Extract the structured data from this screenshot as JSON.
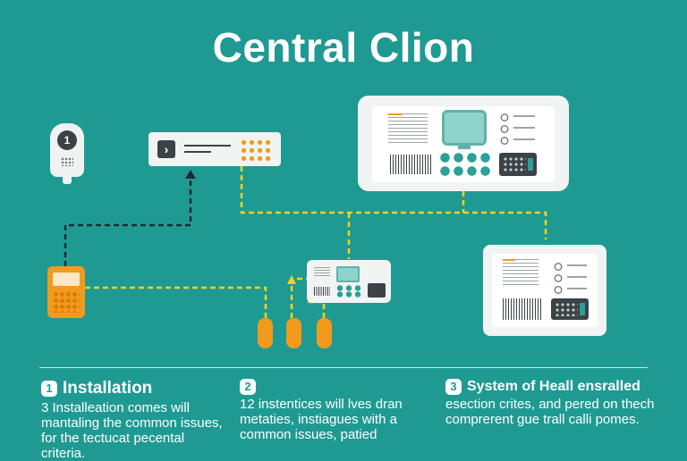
{
  "title": "Central Clion",
  "colors": {
    "background": "#1f9a93",
    "wire_yellow": "#f2d21b",
    "wire_dark": "#1d2b33",
    "orange": "#f39a1c",
    "screen": "#8fd3cc",
    "teal_button": "#2c9f97"
  },
  "icons": {
    "sensor": "sensor-icon",
    "arrow": "chevron-right-icon",
    "keypad": "keypad-icon"
  },
  "devices": {
    "sensor_number": "1"
  },
  "steps": [
    {
      "number": "1",
      "heading": "Installation",
      "text": "3 Installeation comes will mantaling the common issues, for the tectucat pecental criteria."
    },
    {
      "number": "2",
      "heading": "",
      "text": "12 instentices will lves dran metaties, instiagues with a common issues, patied"
    },
    {
      "number": "3",
      "heading": "System of Heall ensralled",
      "text": "esection crites, and pered on thech comprerent gue trall calli pomes."
    }
  ]
}
